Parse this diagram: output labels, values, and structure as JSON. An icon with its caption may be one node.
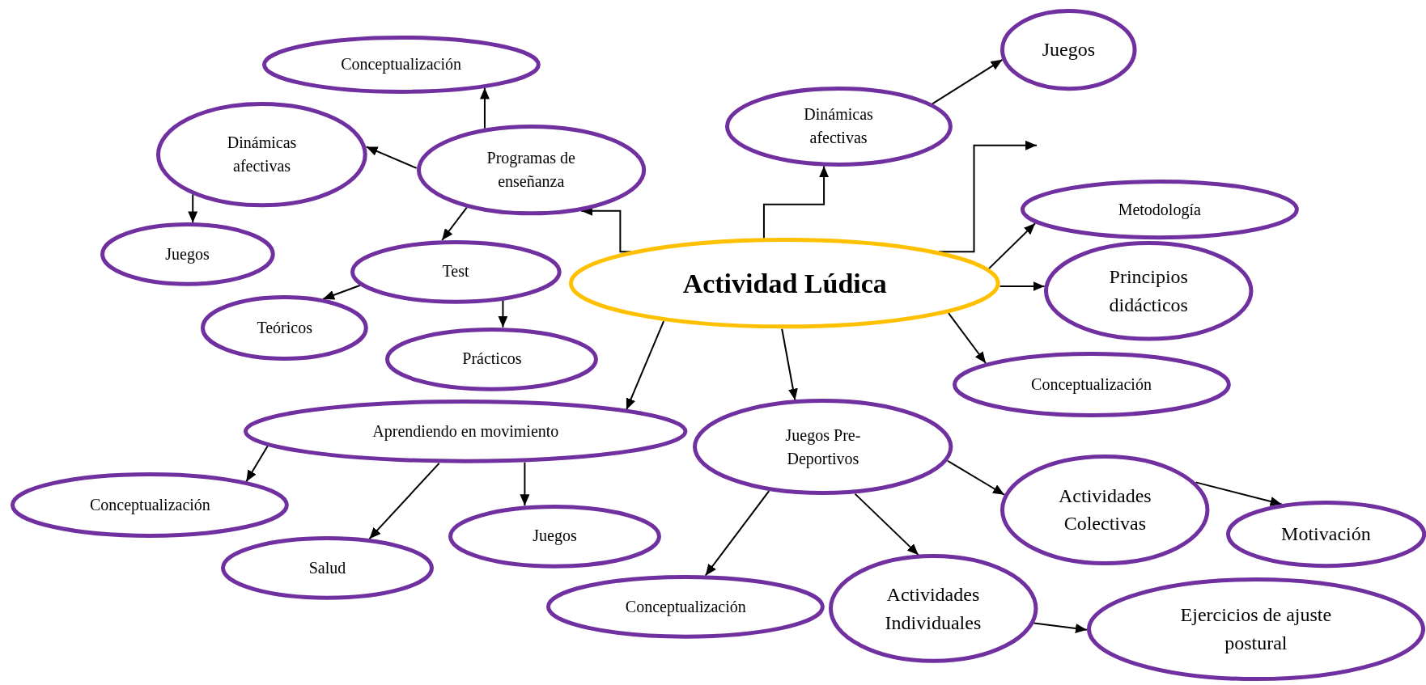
{
  "diagram": {
    "nodes": [
      {
        "text": [
          "Actividad Lúdica"
        ]
      },
      {
        "text": [
          "Programas de enseñanza"
        ]
      },
      {
        "text": [
          "Conceptualización"
        ]
      },
      {
        "text": [
          "Dinámicas afectivas"
        ]
      },
      {
        "text": [
          "Juegos"
        ]
      },
      {
        "text": [
          "Test"
        ]
      },
      {
        "text": [
          "Teóricos"
        ]
      },
      {
        "text": [
          "Prácticos"
        ]
      },
      {
        "text": [
          "Dinámicas afectivas"
        ]
      },
      {
        "text": [
          "Juegos"
        ]
      },
      {
        "text": [
          "Metodología"
        ]
      },
      {
        "text": [
          "Principios didácticos"
        ]
      },
      {
        "text": [
          "Conceptualización"
        ]
      },
      {
        "text": [
          "Aprendiendo en movimiento"
        ]
      },
      {
        "text": [
          "Juegos Pre-Deportivos"
        ]
      },
      {
        "text": [
          "Conceptualización"
        ]
      },
      {
        "text": [
          "Salud"
        ]
      },
      {
        "text": [
          "Juegos"
        ]
      },
      {
        "text": [
          "Conceptualización"
        ]
      },
      {
        "text": [
          "Actividades Individuales"
        ]
      },
      {
        "text": [
          "Actividades Colectivas"
        ]
      },
      {
        "text": [
          "Motivación"
        ]
      },
      {
        "text": [
          "Ejercicios de ajuste postural"
        ]
      }
    ],
    "edges": [
      {
        "from": 0,
        "to": 1,
        "arrow": "to"
      },
      {
        "from": 1,
        "to": 2,
        "arrow": "to"
      },
      {
        "from": 1,
        "to": 3,
        "arrow": "to"
      },
      {
        "from": 3,
        "to": 4,
        "arrow": "to"
      },
      {
        "from": 1,
        "to": 5,
        "arrow": "to"
      },
      {
        "from": 5,
        "to": 6,
        "arrow": "to"
      },
      {
        "from": 5,
        "to": 7,
        "arrow": "to"
      },
      {
        "from": 0,
        "to": 8,
        "arrow": "to"
      },
      {
        "from": 8,
        "to": 9,
        "arrow": "to"
      },
      {
        "from": 0,
        "to": null,
        "arrow": "to"
      },
      {
        "from": 0,
        "to": 10,
        "arrow": "to"
      },
      {
        "from": 0,
        "to": 11,
        "arrow": "to"
      },
      {
        "from": 0,
        "to": 12,
        "arrow": "to"
      },
      {
        "from": 0,
        "to": 13,
        "arrow": "to"
      },
      {
        "from": 0,
        "to": 14,
        "arrow": "to"
      },
      {
        "from": 13,
        "to": 15,
        "arrow": "to"
      },
      {
        "from": 13,
        "to": 16,
        "arrow": "to"
      },
      {
        "from": 13,
        "to": 17,
        "arrow": "to"
      },
      {
        "from": 14,
        "to": 18,
        "arrow": "to"
      },
      {
        "from": 14,
        "to": 19,
        "arrow": "to"
      },
      {
        "from": 14,
        "to": 20,
        "arrow": "to"
      },
      {
        "from": 20,
        "to": 21,
        "arrow": "to"
      },
      {
        "from": 19,
        "to": 22,
        "arrow": "to"
      }
    ]
  }
}
